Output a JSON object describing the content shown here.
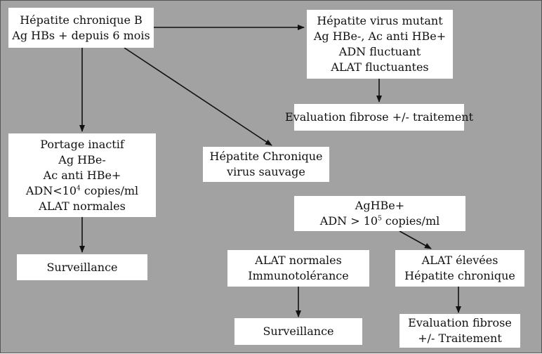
{
  "colors": {
    "background": "#a2a2a2",
    "box": "#ffffff",
    "arrow": "#111111"
  },
  "nodes": {
    "root": {
      "line1": "Hépatite chronique B",
      "line2": "Ag HBs + depuis 6 mois"
    },
    "mutant": {
      "line1": "Hépatite virus mutant",
      "line2": "Ag HBe-, Ac anti HBe+",
      "line3": "ADN fluctuant",
      "line4": "ALAT fluctuantes"
    },
    "mutant_eval": {
      "line1": "Evaluation fibrose +/- traitement"
    },
    "inactive": {
      "line1": "Portage inactif",
      "line2": "Ag HBe-",
      "line3": "Ac anti HBe+",
      "line4_pre": "ADN<10",
      "line4_sup": "4",
      "line4_post": " copies/ml",
      "line5": "ALAT normales"
    },
    "inactive_surv": {
      "line1": "Surveillance"
    },
    "wild": {
      "line1": "Hépatite Chronique",
      "line2": "virus sauvage"
    },
    "hbeag": {
      "line1": "AgHBe+",
      "line2_pre": "ADN > 10",
      "line2_sup": "5",
      "line2_post": " copies/ml"
    },
    "tolerance": {
      "line1": "ALAT normales",
      "line2": "Immunotolérance"
    },
    "tolerance_surv": {
      "line1": "Surveillance"
    },
    "elevated": {
      "line1": "ALAT élevées",
      "line2": "Hépatite chronique"
    },
    "elevated_eval": {
      "line1": "Evaluation fibrose",
      "line2": "+/- Traitement"
    }
  }
}
